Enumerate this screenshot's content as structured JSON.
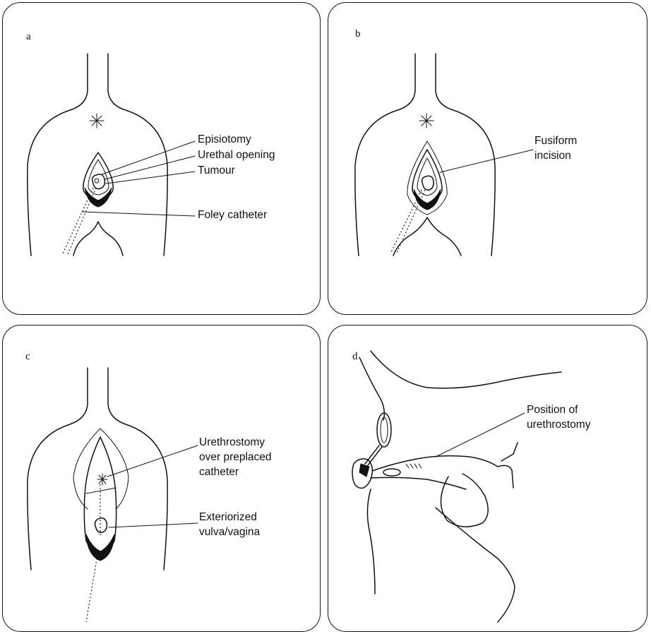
{
  "panels": {
    "a": {
      "letter": "a",
      "labels": {
        "episiotomy": "Episiotomy",
        "urethral_opening": "Urethal opening",
        "tumour": "Tumour",
        "foley_catheter": "Foley catheter"
      }
    },
    "b": {
      "letter": "b",
      "labels": {
        "fusiform_line1": "Fusiform",
        "fusiform_line2": "incision"
      }
    },
    "c": {
      "letter": "c",
      "labels": {
        "urethrostomy_line1": "Urethrostomy",
        "urethrostomy_line2": "over preplaced",
        "urethrostomy_line3": "catheter",
        "exteriorized_line1": "Exteriorized",
        "exteriorized_line2": "vulva/vagina"
      }
    },
    "d": {
      "letter": "d",
      "labels": {
        "position_line1": "Position of",
        "position_line2": "urethrostomy"
      }
    }
  }
}
